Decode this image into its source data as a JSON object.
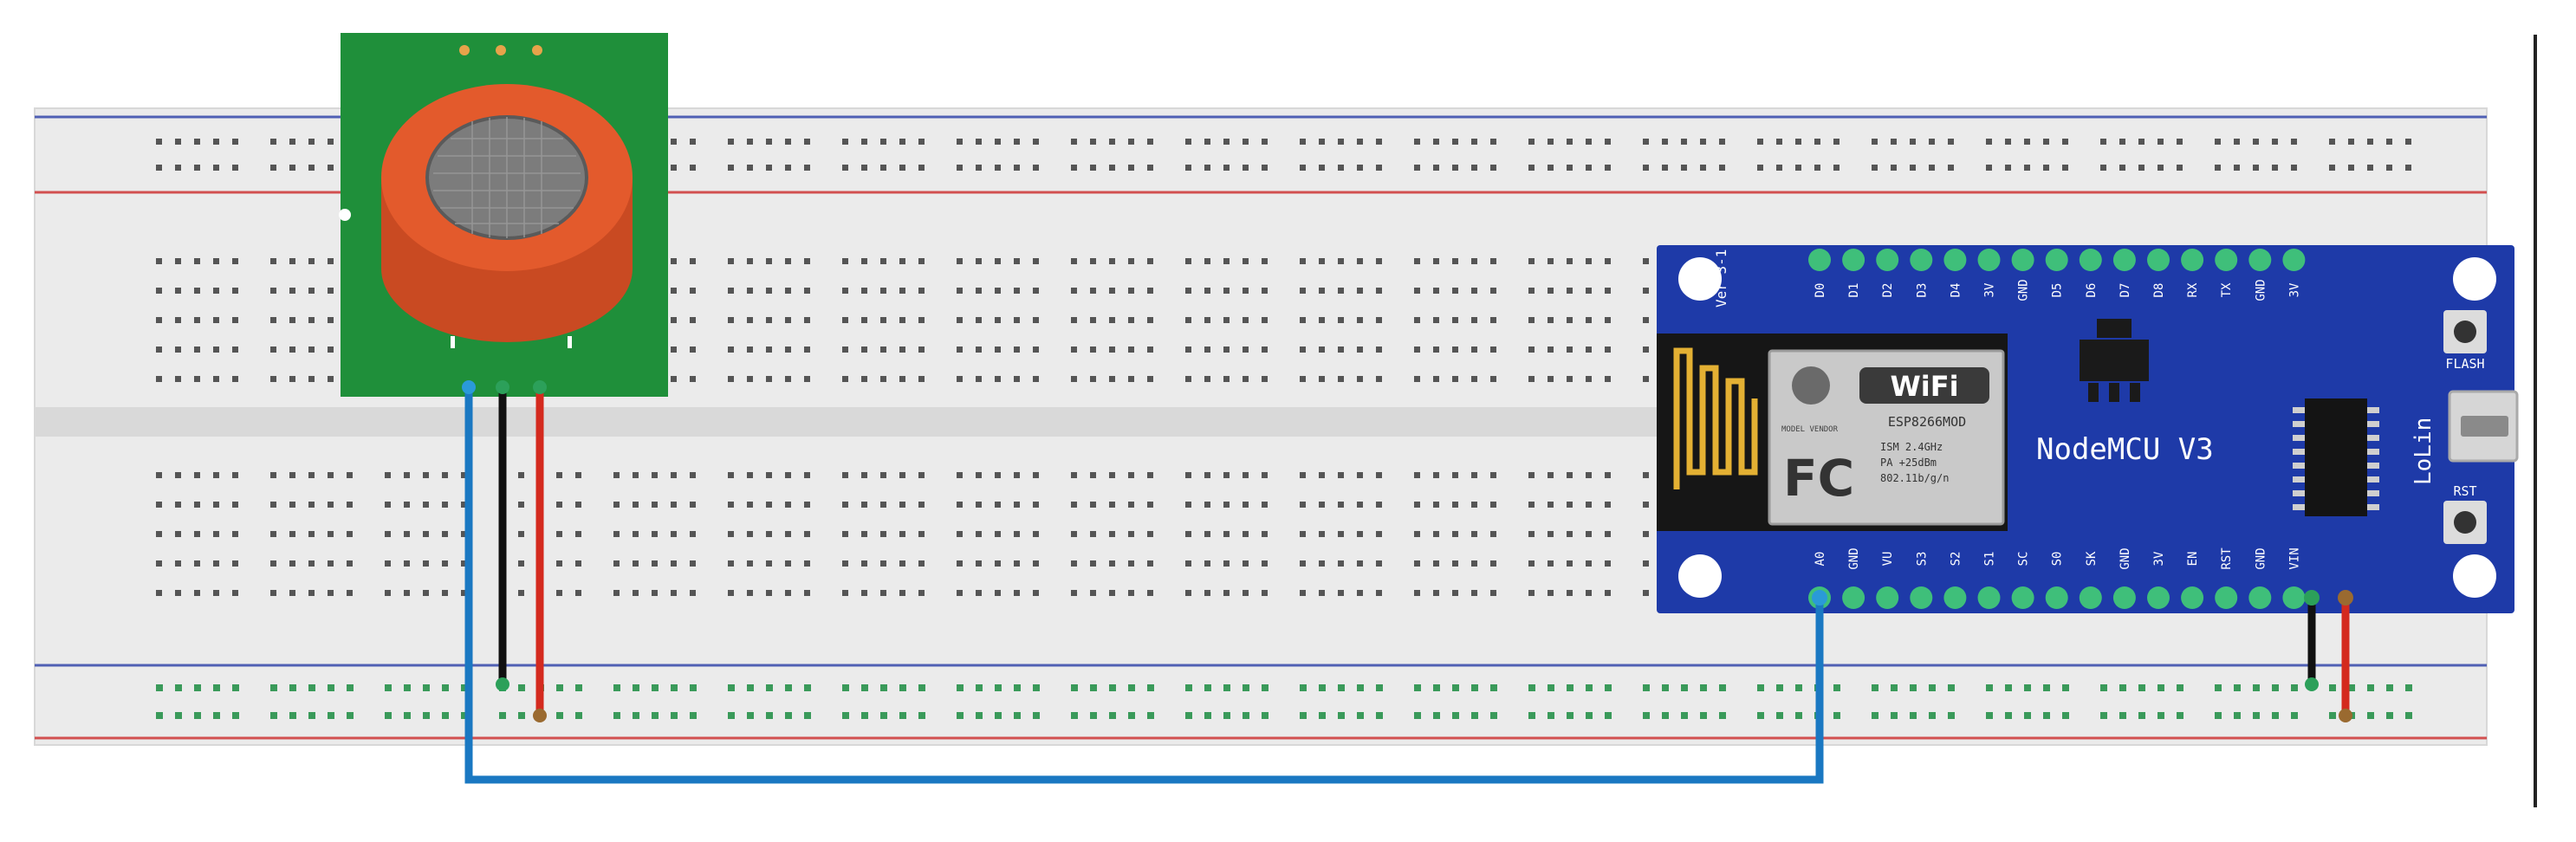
{
  "nodemcu": {
    "title": "NodeMCU  V3",
    "side_label": "LoLin",
    "version": "Ver 3-1",
    "flash_label": "FLASH",
    "rst_label": "RST",
    "top_pins": [
      "D0",
      "D1",
      "D2",
      "D3",
      "D4",
      "3V",
      "GND",
      "D5",
      "D6",
      "D7",
      "D8",
      "RX",
      "TX",
      "GND",
      "3V"
    ],
    "bottom_pins": [
      "A0",
      "GND",
      "VU",
      "S3",
      "S2",
      "S1",
      "SC",
      "S0",
      "SK",
      "GND",
      "3V",
      "EN",
      "RST",
      "GND",
      "VIN"
    ]
  },
  "esp_module": {
    "wifi_label": "WiFi",
    "model_name": "ESP8266MOD",
    "fcc_label": "FC",
    "model_prefix": "MODEL VENDOR",
    "spec_lines": [
      "ISM   2.4GHz",
      "PA   +25dBm",
      "802.11b/g/n"
    ]
  },
  "wires": [
    {
      "name": "sensor-signal-to-a0",
      "color": "#1a78c2"
    },
    {
      "name": "sensor-ground",
      "color": "#111111"
    },
    {
      "name": "sensor-vcc",
      "color": "#d42a1e"
    },
    {
      "name": "nodemcu-ground-to-rail",
      "color": "#111111"
    },
    {
      "name": "nodemcu-vin-to-rail",
      "color": "#d42a1e"
    }
  ],
  "colors": {
    "board_blue": "#1e3aa8",
    "pin_green": "#3fbf7a",
    "sensor_pcb": "#1f8f3a",
    "sensor_cap": "#e35a2c",
    "breadboard": "#ebebeb",
    "rail_red": "#d25050",
    "rail_blue": "#5060b4"
  }
}
